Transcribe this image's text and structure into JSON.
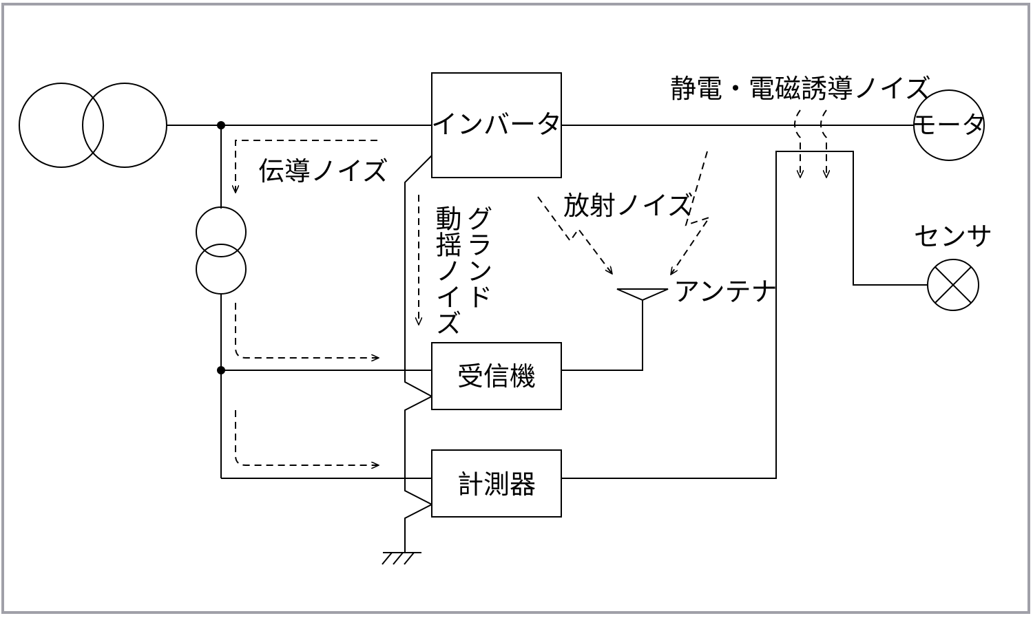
{
  "colors": {
    "frame": "#a0a0a8",
    "line": "#000000",
    "background": "#ffffff"
  },
  "blocks": {
    "inverter": "インバータ",
    "receiver": "受信機",
    "meter": "計測器"
  },
  "devices": {
    "motor": "モータ",
    "sensor": "センサ",
    "antenna": "アンテナ"
  },
  "noise_labels": {
    "conducted": "伝導ノイズ",
    "radiated": "放射ノイズ",
    "induced": "静電・電磁誘導ノイズ",
    "ground_col1": "グランド",
    "ground_col2": "動揺ノイズ"
  },
  "icons": [
    "transformer-icon",
    "potential-transformer-icon",
    "ground-icon",
    "antenna-icon",
    "sensor-icon"
  ]
}
